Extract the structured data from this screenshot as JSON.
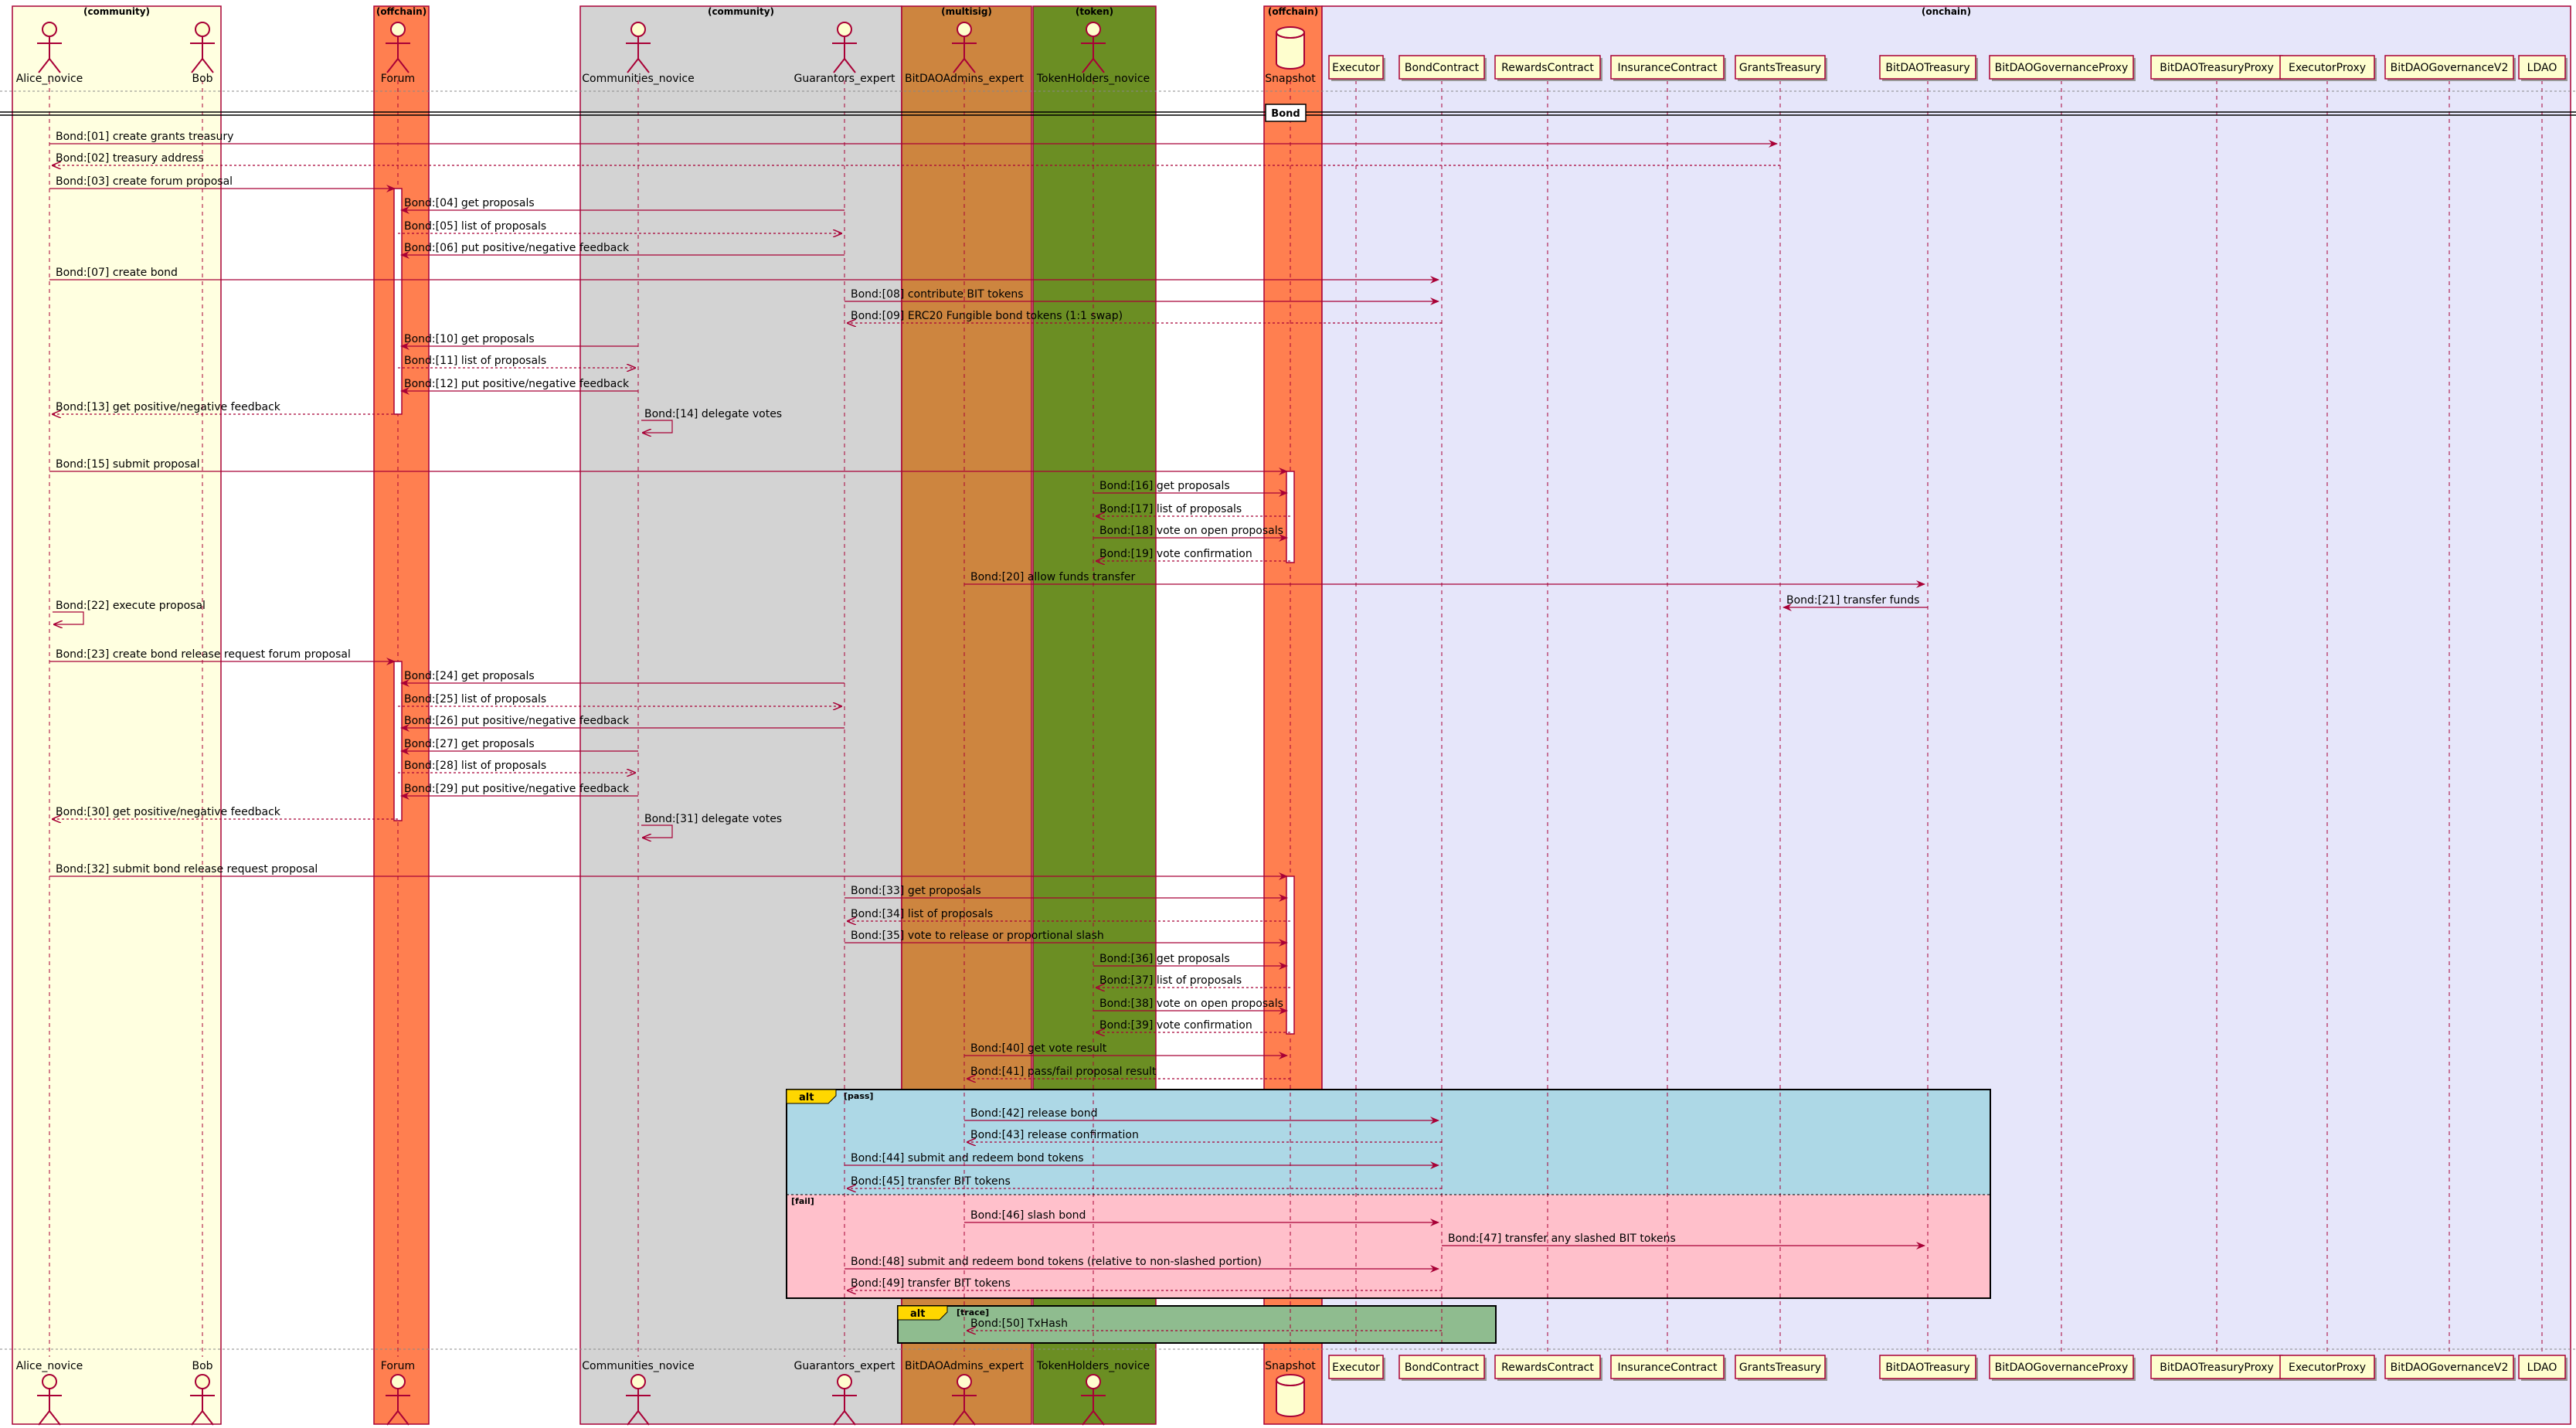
{
  "groups": [
    {
      "label": "(community)",
      "color": "#FFFFE0"
    },
    {
      "label": "(offchain)",
      "color": "#FF7F50"
    },
    {
      "label": "(community)",
      "color": "#D3D3D3"
    },
    {
      "label": "(multisig)",
      "color": "#CD853F"
    },
    {
      "label": "(token)",
      "color": "#6B8E23"
    },
    {
      "label": "(offchain)",
      "color": "#FF7F50"
    },
    {
      "label": "(onchain)",
      "color": "#E6E6FA"
    }
  ],
  "participants": [
    {
      "name": "Alice_novice",
      "kind": "actor"
    },
    {
      "name": "Bob",
      "kind": "actor"
    },
    {
      "name": "Forum",
      "kind": "actor"
    },
    {
      "name": "Communities_novice",
      "kind": "actor"
    },
    {
      "name": "Guarantors_expert",
      "kind": "actor"
    },
    {
      "name": "BitDAOAdmins_expert",
      "kind": "actor"
    },
    {
      "name": "TokenHolders_novice",
      "kind": "actor"
    },
    {
      "name": "Snapshot",
      "kind": "database"
    },
    {
      "name": "Executor",
      "kind": "box"
    },
    {
      "name": "BondContract",
      "kind": "box"
    },
    {
      "name": "RewardsContract",
      "kind": "box"
    },
    {
      "name": "InsuranceContract",
      "kind": "box"
    },
    {
      "name": "GrantsTreasury",
      "kind": "box"
    },
    {
      "name": "BitDAOTreasury",
      "kind": "box"
    },
    {
      "name": "BitDAOGovernanceProxy",
      "kind": "box"
    },
    {
      "name": "BitDAOTreasuryProxy",
      "kind": "box"
    },
    {
      "name": "ExecutorProxy",
      "kind": "box"
    },
    {
      "name": "BitDAOGovernanceV2",
      "kind": "box"
    },
    {
      "name": "LDAO",
      "kind": "box"
    }
  ],
  "divider_label": "Bond",
  "messages": [
    {
      "label": "Bond:[01] create grants treasury",
      "dashed": false
    },
    {
      "label": "Bond:[02] treasury address",
      "dashed": true
    },
    {
      "label": "Bond:[03] create forum proposal",
      "dashed": false
    },
    {
      "label": "Bond:[04] get proposals",
      "dashed": false
    },
    {
      "label": "Bond:[05] list of proposals",
      "dashed": true
    },
    {
      "label": "Bond:[06] put positive/negative feedback",
      "dashed": false
    },
    {
      "label": "Bond:[07] create bond",
      "dashed": false
    },
    {
      "label": "Bond:[08] contribute BIT tokens",
      "dashed": false
    },
    {
      "label": "Bond:[09] ERC20 Fungible bond tokens (1:1 swap)",
      "dashed": true
    },
    {
      "label": "Bond:[10] get proposals",
      "dashed": false
    },
    {
      "label": "Bond:[11] list of proposals",
      "dashed": true
    },
    {
      "label": "Bond:[12] put positive/negative feedback",
      "dashed": false
    },
    {
      "label": "Bond:[13] get positive/negative feedback",
      "dashed": true
    },
    {
      "label": "Bond:[14] delegate votes",
      "dashed": false
    },
    {
      "label": "Bond:[15] submit proposal",
      "dashed": false
    },
    {
      "label": "Bond:[16] get proposals",
      "dashed": false
    },
    {
      "label": "Bond:[17] list of proposals",
      "dashed": true
    },
    {
      "label": "Bond:[18] vote on open proposals",
      "dashed": false
    },
    {
      "label": "Bond:[19] vote confirmation",
      "dashed": true
    },
    {
      "label": "Bond:[20] allow funds transfer",
      "dashed": false
    },
    {
      "label": "Bond:[21] transfer funds",
      "dashed": false
    },
    {
      "label": "Bond:[22] execute proposal",
      "dashed": false
    },
    {
      "label": "Bond:[23] create bond release request forum proposal",
      "dashed": false
    },
    {
      "label": "Bond:[24] get proposals",
      "dashed": false
    },
    {
      "label": "Bond:[25] list of proposals",
      "dashed": true
    },
    {
      "label": "Bond:[26] put positive/negative feedback",
      "dashed": false
    },
    {
      "label": "Bond:[27] get proposals",
      "dashed": false
    },
    {
      "label": "Bond:[28] list of proposals",
      "dashed": true
    },
    {
      "label": "Bond:[29] put positive/negative feedback",
      "dashed": false
    },
    {
      "label": "Bond:[30] get positive/negative feedback",
      "dashed": true
    },
    {
      "label": "Bond:[31] delegate votes",
      "dashed": false
    },
    {
      "label": "Bond:[32] submit bond release request proposal",
      "dashed": false
    },
    {
      "label": "Bond:[33] get proposals",
      "dashed": false
    },
    {
      "label": "Bond:[34] list of proposals",
      "dashed": true
    },
    {
      "label": "Bond:[35] vote to release or proportional slash",
      "dashed": false
    },
    {
      "label": "Bond:[36] get proposals",
      "dashed": false
    },
    {
      "label": "Bond:[37] list of proposals",
      "dashed": true
    },
    {
      "label": "Bond:[38] vote on open proposals",
      "dashed": false
    },
    {
      "label": "Bond:[39] vote confirmation",
      "dashed": true
    },
    {
      "label": "Bond:[40] get vote result",
      "dashed": false
    },
    {
      "label": "Bond:[41] pass/fail proposal result",
      "dashed": true
    },
    {
      "label": "Bond:[42] release bond",
      "dashed": false
    },
    {
      "label": "Bond:[43] release confirmation",
      "dashed": true
    },
    {
      "label": "Bond:[44] submit and redeem bond tokens",
      "dashed": false
    },
    {
      "label": "Bond:[45] transfer BIT tokens",
      "dashed": true
    },
    {
      "label": "Bond:[46] slash bond",
      "dashed": false
    },
    {
      "label": "Bond:[47] transfer any slashed BIT tokens",
      "dashed": false
    },
    {
      "label": "Bond:[48] submit and redeem bond tokens (relative to non-slashed portion)",
      "dashed": false
    },
    {
      "label": "Bond:[49] transfer BIT tokens",
      "dashed": true
    },
    {
      "label": "Bond:[50] TxHash",
      "dashed": true
    }
  ],
  "fragments": [
    {
      "keyword": "alt",
      "guard": "[pass]",
      "else_guard": "[fail]",
      "color_main": "#ADD8E6",
      "color_else": "#FFC0CB"
    },
    {
      "keyword": "alt",
      "guard": "[trace]",
      "color_main": "#8FBC8F"
    }
  ],
  "colors": {
    "arrow": "#A80036",
    "lifeline": "#A80036",
    "participant_box": "#FEFECE",
    "alt_tab": "#FFD700"
  }
}
